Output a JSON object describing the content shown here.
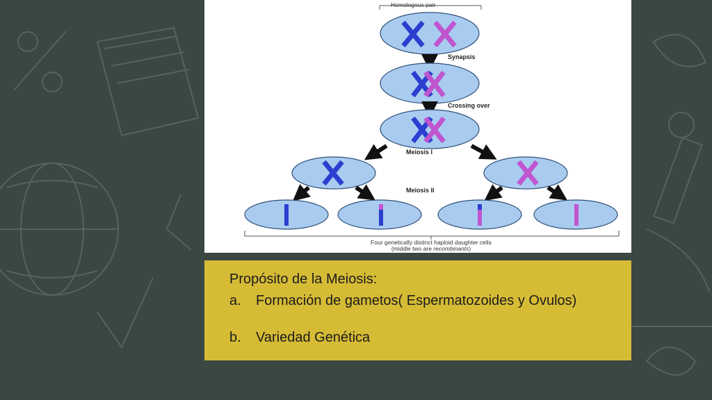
{
  "diagram": {
    "labels": {
      "homologous_pair": "Homologous pair",
      "synapsis": "Synapsis",
      "crossing_over": "Crossing over",
      "meiosis_1": "Meiosis I",
      "meiosis_2": "Meiosis II",
      "caption_line1": "Four genetically distinct haploid daughter cells",
      "caption_line2_prefix": "(middle two are ",
      "caption_line2_emph": "recombinants",
      "caption_line2_suffix": ")"
    },
    "colors": {
      "cell_fill": "#a9cbef",
      "cell_stroke": "#2f4f78",
      "chromosome_blue": "#2a3fd0",
      "chromosome_pink": "#c055d0",
      "arrow": "#111111"
    }
  },
  "purpose": {
    "title": "Propósito de la Meiosis:",
    "items": [
      {
        "marker": "a.",
        "text": "Formación de gametos( Espermatozoides y Ovulos)"
      },
      {
        "marker": "b.",
        "text": "Variedad Genética"
      }
    ]
  },
  "theme": {
    "background": "#3a4743",
    "panel_yellow": "#d6bb35"
  }
}
